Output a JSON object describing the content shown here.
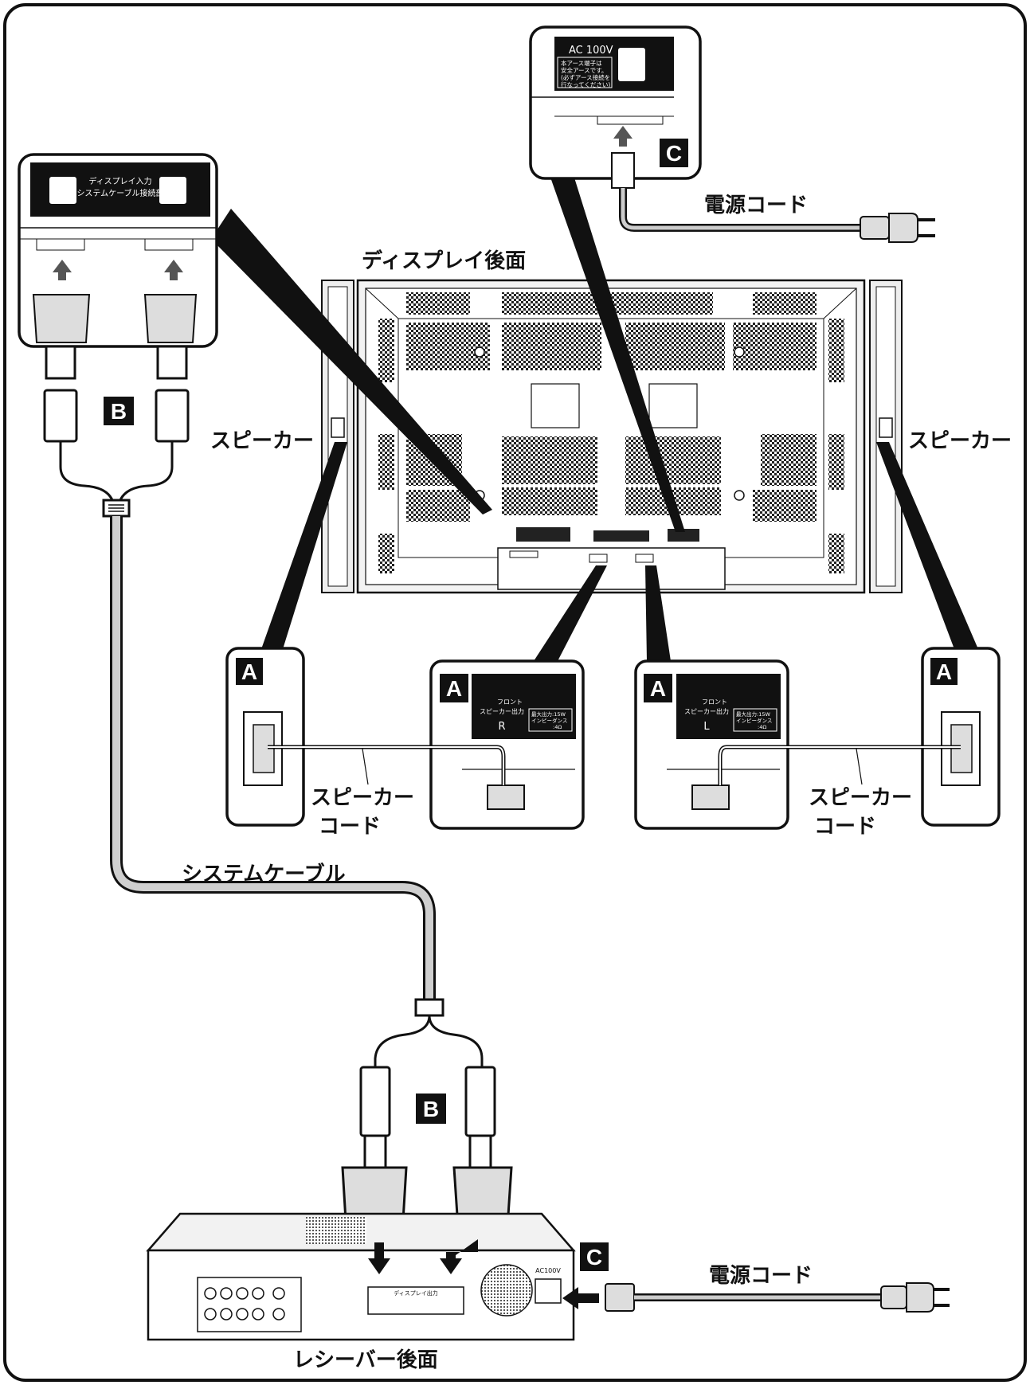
{
  "labels": {
    "display_rear": "ディスプレイ後面",
    "receiver_rear": "レシーバー後面",
    "speaker_left": "スピーカー",
    "speaker_right": "スピーカー",
    "power_cord_top": "電源コード",
    "power_cord_bottom": "電源コード",
    "system_cable": "システムケーブル",
    "speaker_cord_left_1": "スピーカー",
    "speaker_cord_left_2": "コード",
    "speaker_cord_right_1": "スピーカー",
    "speaker_cord_right_2": "コード"
  },
  "badges": {
    "a1": "A",
    "a2": "A",
    "a3": "A",
    "a4": "A",
    "b_top": "B",
    "b_bottom": "B",
    "c_top": "C",
    "c_bottom": "C"
  },
  "panels": {
    "ac": {
      "voltage": "AC 100V",
      "note_1": "本アース端子は",
      "note_2": "安全アースです。",
      "note_3": "(必ずアース接続を",
      "note_4": "行なってください)"
    },
    "display_input": {
      "line_1": "ディスプレイ入力",
      "line_2": "システムケーブル接続部"
    },
    "front_r": {
      "title_1": "フロント",
      "title_2": "スピーカー出力",
      "ch": "R",
      "spec_1": "最大出力:15W",
      "spec_2": "インピーダンス",
      "spec_3": ":4Ω"
    },
    "front_l": {
      "title_1": "フロント",
      "title_2": "スピーカー出力",
      "ch": "L",
      "spec_1": "最大出力:15W",
      "spec_2": "インピーダンス",
      "spec_3": ":4Ω"
    }
  },
  "receiver": {
    "ac_label": "AC100V",
    "display_out": "ディスプレイ出力"
  }
}
